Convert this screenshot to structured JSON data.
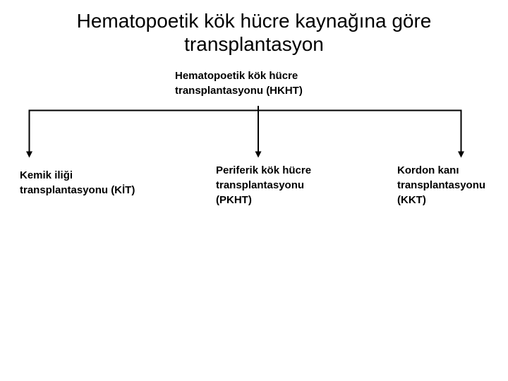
{
  "slide": {
    "title": "Hematopoetik kök hücre kaynağına göre\ntransplantasyon",
    "diagram": {
      "type": "tree",
      "root": {
        "label": "Hematopoetik kök hücre\ntransplantasyonu (HKHT)"
      },
      "children": [
        {
          "label": "Kemik iliği\ntransplantasyonu (KİT)"
        },
        {
          "label": "Periferik kök hücre\ntransplantasyonu\n(PKHT)"
        },
        {
          "label": "Kordon kanı\ntransplantasyonu\n(KKT)"
        }
      ]
    },
    "colors": {
      "text": "#000000",
      "background": "#ffffff",
      "connector": "#000000"
    }
  }
}
